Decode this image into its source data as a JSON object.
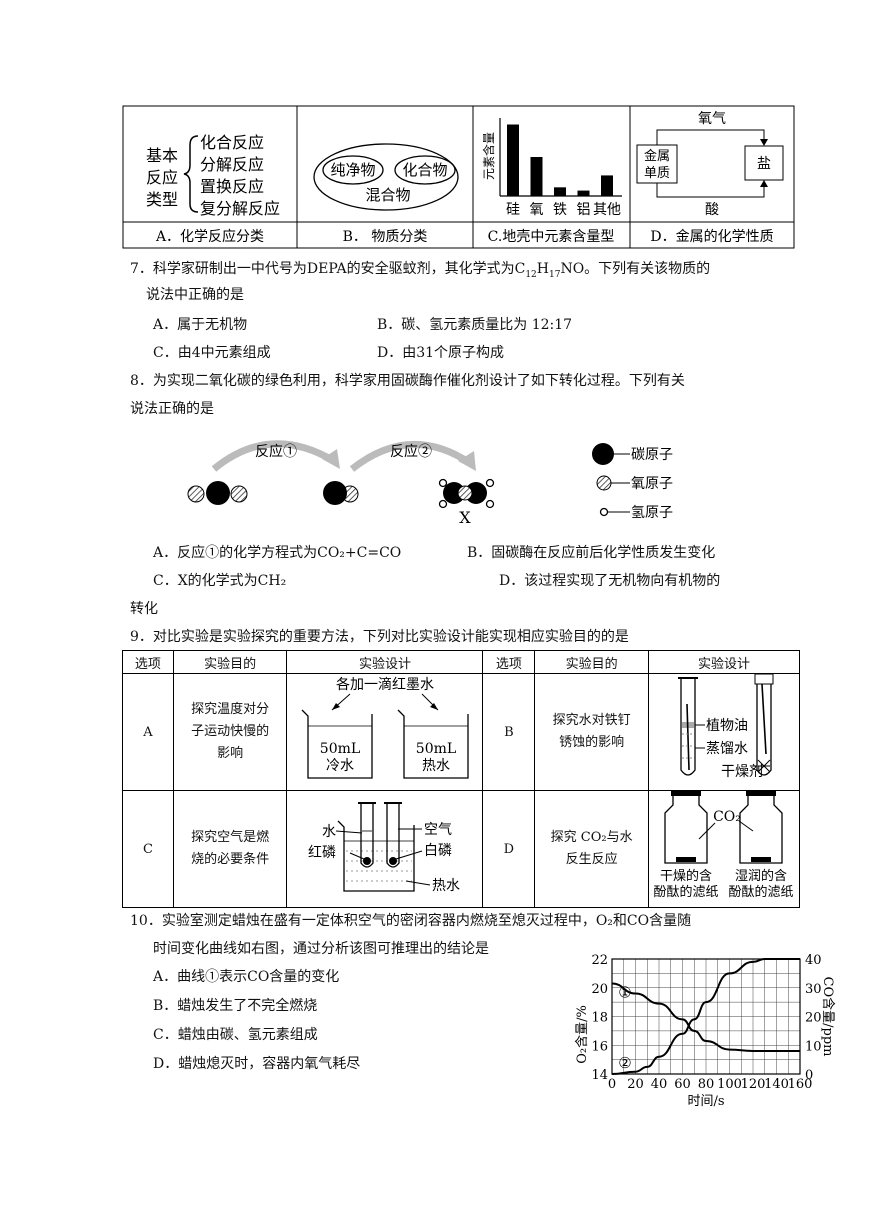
{
  "table1": {
    "col1": {
      "label_lines": [
        "基本",
        "反应",
        "类型"
      ],
      "items": [
        "化合反应",
        "分解反应",
        "置换反应",
        "复分解反应"
      ],
      "caption": "A．化学反应分类"
    },
    "col2": {
      "inner1": "纯净物",
      "inner2": "化合物",
      "outer": "混合物",
      "caption": "B．  物质分类"
    },
    "col3": {
      "ylabel": "元素含量",
      "categories": [
        "硅",
        "氧",
        "铁",
        "铝",
        "其他"
      ],
      "caption": "C.地壳中元素含量型"
    },
    "col4": {
      "top": "氧气",
      "left_lines": [
        "金属",
        "单质"
      ],
      "right": "盐",
      "bottom": "酸",
      "caption": "D．金属的化学性质"
    }
  },
  "q7": {
    "stem_prefix": "7．科学家研制出一中代号为DEPA的安全驱蚊剂，其化学式为C",
    "sub1": "12",
    "mid": "H",
    "sub2": "17",
    "stem_suffix": "NO。下列有关该物质的",
    "stem2": "说法中正确的是",
    "options": [
      "A．属于无机物",
      "B．碳、氢元素质量比为 12:17",
      "C．由4中元素组成",
      "D．由31个原子构成"
    ]
  },
  "q8": {
    "stem1": "8．为实现二氧化碳的绿色利用，科学家用固碳酶作催化剂设计了如下转化过程。下列有关",
    "stem2": "说法正确的是",
    "reaction1": "反应①",
    "reaction2": "反应②",
    "x_label": "X",
    "legend": [
      "碳原子",
      "氧原子",
      "氢原子"
    ],
    "optA": "A．反应①的化学方程式为CO₂+C=CO",
    "optB": "B．固碳酶在反应前后化学性质发生变化",
    "optC": "C．X的化学式为CH₂",
    "optD": "D．该过程实现了无机物向有机物的",
    "optD2": "转化"
  },
  "q9": {
    "stem": "9．对比实验是实验探究的重要方法，下列对比实验设计能实现相应实验目的的是",
    "headers": [
      "选项",
      "实验目的",
      "实验设计",
      "选项",
      "实验目的",
      "实验设计"
    ],
    "A": {
      "option": "A",
      "purpose_lines": [
        "探究温度对分",
        "子运动快慢的",
        "影响"
      ],
      "drop": "各加一滴红墨水",
      "b1_top": "50mL",
      "b1_bot": "冷水",
      "b2_top": "50mL",
      "b2_bot": "热水"
    },
    "B": {
      "option": "B",
      "purpose_lines": [
        "探究水对铁钉",
        "锈蚀的影响"
      ],
      "oil": "植物油",
      "water": "蒸馏水",
      "dry": "干燥剂"
    },
    "C": {
      "option": "C",
      "purpose_lines": [
        "探究空气是燃",
        "烧的必要条件"
      ],
      "water": "水",
      "air": "空气",
      "red": "红磷",
      "white": "白磷",
      "hot": "热水"
    },
    "D": {
      "option": "D",
      "purpose_lines": [
        "探究 CO₂与水",
        "反生反应"
      ],
      "gas": "CO₂",
      "left1": "干燥的含",
      "left2": "酚酞的滤纸",
      "right1": "湿润的含",
      "right2": "酚酞的滤纸"
    }
  },
  "q10": {
    "stem1": "10．实验室测定蜡烛在盛有一定体积空气的密闭容器内燃烧至熄灭过程中，O₂和CO含量随",
    "stem2": "时间变化曲线如右图，通过分析该图可推理出的结论是",
    "options": [
      "A．曲线①表示CO含量的变化",
      "B．蜡烛发生了不完全燃烧",
      "C．蜡烛由碳、氢元素组成",
      "D．蜡烛熄灭时，容器内氧气耗尽"
    ]
  },
  "chart_data": [
    {
      "type": "bar",
      "title": "",
      "ylabel": "元素含量",
      "categories": [
        "硅",
        "氧",
        "铁",
        "铝",
        "其他"
      ],
      "values": [
        66,
        36,
        8,
        5,
        19
      ]
    },
    {
      "type": "line",
      "title": "",
      "xlabel": "时间/s",
      "ylabel": "O₂含量/%",
      "y2label": "CO含量/ppm",
      "xlim": [
        0,
        160
      ],
      "ylim": [
        14,
        22
      ],
      "y2lim": [
        0,
        40
      ],
      "xticks": [
        0,
        20,
        40,
        60,
        80,
        100,
        120,
        140,
        160
      ],
      "yticks": [
        14,
        16,
        18,
        20,
        22
      ],
      "y2ticks": [
        0,
        10,
        20,
        30,
        40
      ],
      "grid": true,
      "series": [
        {
          "name": "①",
          "axis": "left",
          "x": [
            0,
            20,
            40,
            60,
            70,
            80,
            100,
            120,
            140,
            160
          ],
          "values": [
            20.3,
            19.6,
            18.9,
            17.8,
            17.0,
            16.3,
            15.7,
            15.6,
            15.6,
            15.6
          ]
        },
        {
          "name": "②",
          "axis": "right",
          "x": [
            0,
            20,
            30,
            40,
            60,
            70,
            80,
            100,
            120,
            130,
            160
          ],
          "values": [
            0,
            0.8,
            2.5,
            6,
            14,
            19,
            25,
            35,
            39,
            40,
            40
          ]
        }
      ]
    }
  ]
}
